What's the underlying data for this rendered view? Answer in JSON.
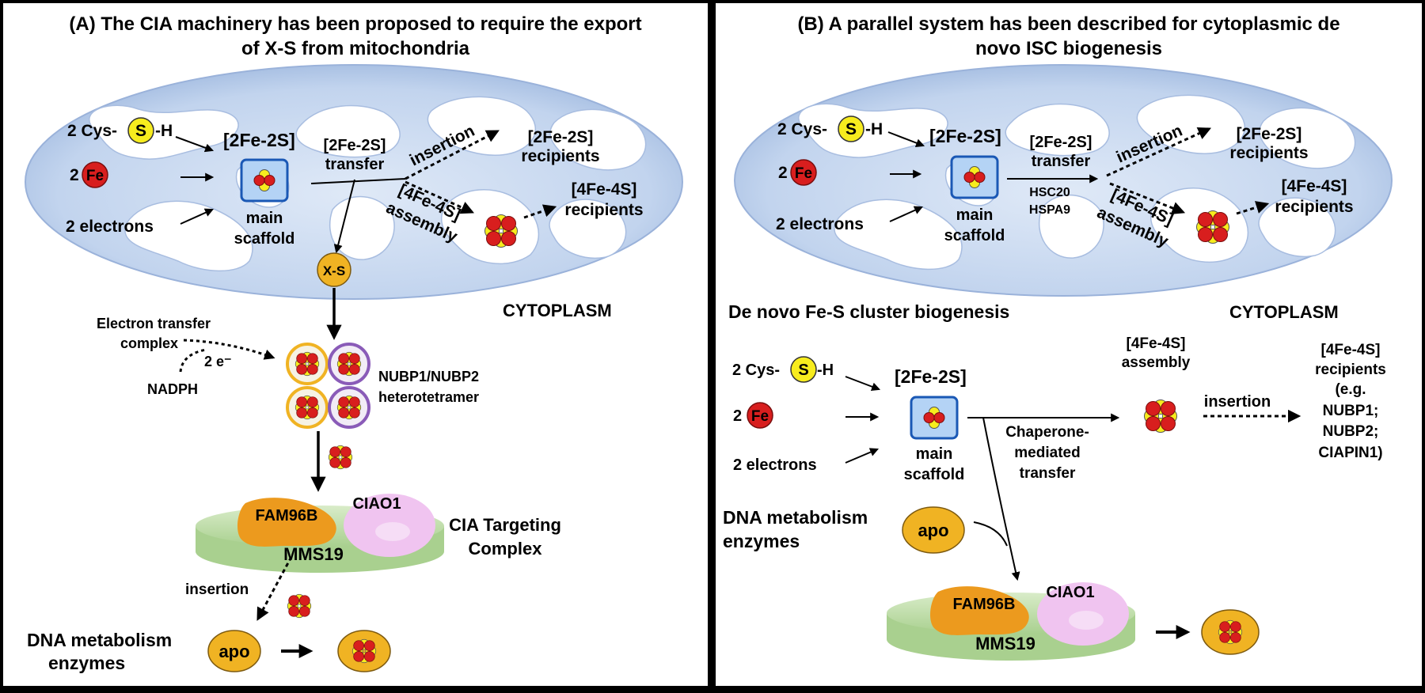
{
  "panelA": {
    "title_line1": "(A) The CIA machinery has been proposed to require the export",
    "title_line2": "of X-S from mitochondria",
    "cys_prefix": "2 Cys-",
    "cys_s": "S",
    "cys_suffix": "-H",
    "fe_prefix": "2",
    "fe": "Fe",
    "electrons": "2 electrons",
    "cluster_2fe2s": "[2Fe-2S]",
    "main": "main",
    "scaffold": "scaffold",
    "transfer_line1": "[2Fe-2S]",
    "transfer_line2": "transfer",
    "insertion": "insertion",
    "recipients_2fe_line1": "[2Fe-2S]",
    "recipients_2fe_line2": "recipients",
    "assembly_line1": "[4Fe-4S]",
    "assembly_line2": "assembly",
    "recipients_4fe_line1": "[4Fe-4S]",
    "recipients_4fe_line2": "recipients",
    "xs": "X-S",
    "cytoplasm": "CYTOPLASM",
    "etc_line1": "Electron transfer",
    "etc_line2": "complex",
    "two_e": "2 e⁻",
    "nadph": "NADPH",
    "nubp_line1": "NUBP1/NUBP2",
    "nubp_line2": "heterotetramer",
    "fam96b": "FAM96B",
    "ciao1": "CIAO1",
    "mms19": "MMS19",
    "cia_line1": "CIA Targeting",
    "cia_line2": "Complex",
    "insertion2": "insertion",
    "dna_line1": "DNA metabolism",
    "dna_line2": "enzymes",
    "apo": "apo"
  },
  "panelB": {
    "title_line1": "(B) A parallel system has been described for cytoplasmic de",
    "title_line2": "novo ISC biogenesis",
    "cys_prefix": "2 Cys-",
    "cys_s": "S",
    "cys_suffix": "-H",
    "fe_prefix": "2",
    "fe": "Fe",
    "electrons": "2 electrons",
    "cluster_2fe2s": "[2Fe-2S]",
    "main": "main",
    "scaffold": "scaffold",
    "transfer_line1": "[2Fe-2S]",
    "transfer_line2": "transfer",
    "hsc20": "HSC20",
    "hspa9": "HSPA9",
    "insertion": "insertion",
    "recipients_2fe_line1": "[2Fe-2S]",
    "recipients_2fe_line2": "recipients",
    "assembly_line1": "[4Fe-4S]",
    "assembly_line2": "assembly",
    "recipients_4fe_line1": "[4Fe-4S]",
    "recipients_4fe_line2": "recipients",
    "denovo": "De novo Fe-S cluster biogenesis",
    "cytoplasm": "CYTOPLASM",
    "cys2_prefix": "2 Cys-",
    "cys2_s": "S",
    "cys2_suffix": "-H",
    "fe2_prefix": "2",
    "fe2": "Fe",
    "electrons2": "2 electrons",
    "cluster2_2fe2s": "[2Fe-2S]",
    "main2": "main",
    "scaffold2": "scaffold",
    "chap_line1": "Chaperone-",
    "chap_line2": "mediated",
    "chap_line3": "transfer",
    "asm2_line1": "[4Fe-4S]",
    "asm2_line2": "assembly",
    "insertion2": "insertion",
    "rec_line1": "[4Fe-4S]",
    "rec_line2": "recipients",
    "rec_line3": "(e.g.",
    "rec_line4": "NUBP1;",
    "rec_line5": "NUBP2;",
    "rec_line6": "CIAPIN1)",
    "dna_line1": "DNA metabolism",
    "dna_line2": "enzymes",
    "apo": "apo",
    "fam96b": "FAM96B",
    "ciao1": "CIAO1",
    "mms19": "MMS19"
  },
  "colors": {
    "mito_fill": "#c3d5ef",
    "scaffold_fill": "#b4d3f5",
    "scaffold_stroke": "#1a58b5",
    "fe_red": "#d81e1e",
    "s_yellow": "#f7ec1e",
    "gold": "#f0b323",
    "purple_ring": "#8a5bb8",
    "mms19_green": "#c5e2b4",
    "fam96b_orange": "#ec9a1e",
    "ciao1_pink": "#f0c4f0"
  }
}
